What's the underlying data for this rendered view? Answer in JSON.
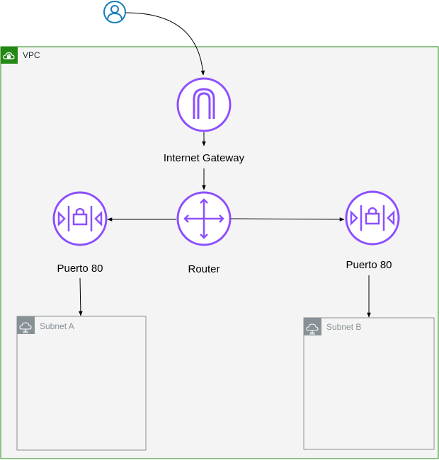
{
  "vpc": {
    "label": "VPC",
    "border_color": "#248814",
    "fill": "#f4f4f4"
  },
  "internet_gateway": {
    "label": "Internet Gateway"
  },
  "router": {
    "label": "Router"
  },
  "port_left": {
    "label": "Puerto 80"
  },
  "port_right": {
    "label": "Puerto 80"
  },
  "subnet_a": {
    "label": "Subnet A"
  },
  "subnet_b": {
    "label": "Subnet B"
  },
  "colors": {
    "user_icon": "#147eba",
    "network_icon": "#8c4fff",
    "subnet_border": "#879196",
    "subnet_label": "#879196"
  }
}
